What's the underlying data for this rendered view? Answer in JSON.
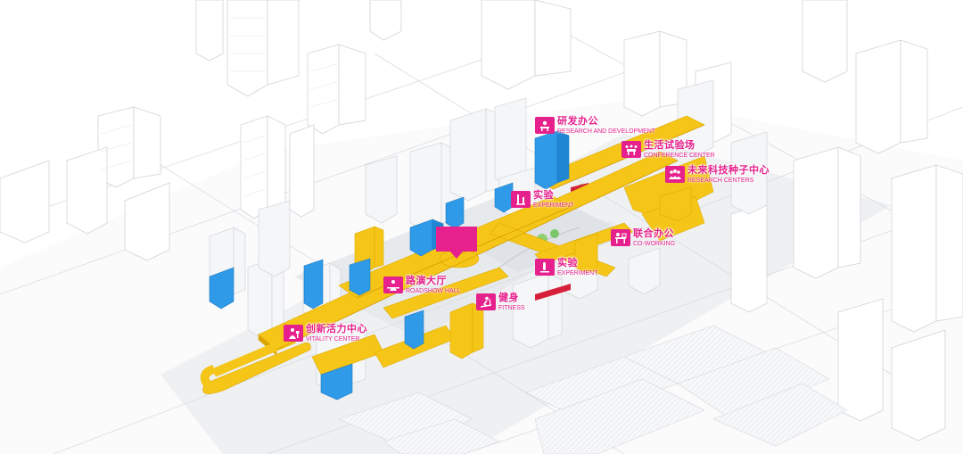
{
  "colors": {
    "accent": "#e6208c",
    "walkway": "#f5c518",
    "blue_block": "#2f9ae8",
    "red_base": "#d6213a",
    "building": "#f2f3f5",
    "ground": "#e9ecef",
    "green": "#7cc66a"
  },
  "labels": {
    "research": {
      "cn": "研发办公",
      "en": "RESEARCH AND DEVELOPMENT",
      "icon": "office-desk-icon"
    },
    "conference": {
      "cn": "生活试验场",
      "en": "CONFERENCE CENTER",
      "icon": "meeting-table-icon"
    },
    "seed": {
      "cn": "未来科技种子中心",
      "en": "RESEARCH CENTERS",
      "icon": "group-people-icon"
    },
    "experiment_top": {
      "cn": "实验",
      "en": "EXPERIMENT",
      "icon": "lab-flask-icon"
    },
    "coworking": {
      "cn": "联合办公",
      "en": "CO-WORKING",
      "icon": "cowork-desk-icon"
    },
    "experiment_mid": {
      "cn": "实验",
      "en": "EXPERIMENT",
      "icon": "test-tube-icon"
    },
    "roadshow": {
      "cn": "路演大厅",
      "en": "ROADSHOW HALL",
      "icon": "presenter-icon"
    },
    "fitness": {
      "cn": "健身",
      "en": "FITNESS",
      "icon": "treadmill-icon"
    },
    "vitality": {
      "cn": "创新活力中心",
      "en": "VITALITY CENTER",
      "icon": "innovation-person-icon"
    }
  }
}
